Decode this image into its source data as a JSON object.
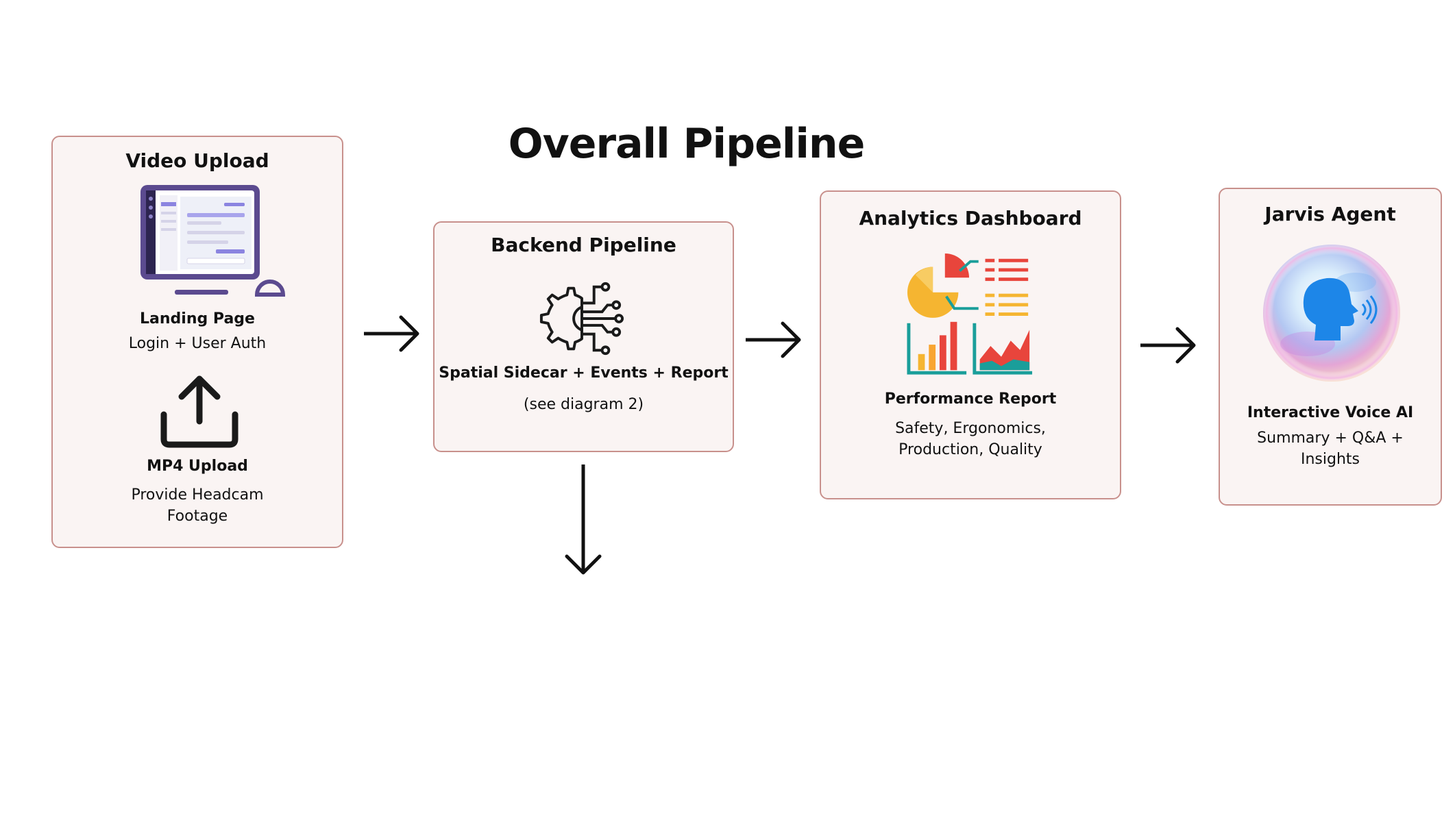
{
  "title": "Overall Pipeline",
  "cards": {
    "video_upload": {
      "title": "Video Upload",
      "landing_title": "Landing Page",
      "landing_desc": "Login + User Auth",
      "upload_title": "MP4 Upload",
      "upload_desc_line1": "Provide Headcam",
      "upload_desc_line2": "Footage",
      "icons": [
        "monitor-icon",
        "upload-icon"
      ]
    },
    "backend": {
      "title": "Backend Pipeline",
      "subtitle": "Spatial Sidecar + Events + Report",
      "note": "(see diagram 2)",
      "icons": [
        "gear-circuit-icon"
      ]
    },
    "analytics": {
      "title": "Analytics Dashboard",
      "subtitle": "Performance Report",
      "desc_line1": "Safety, Ergonomics,",
      "desc_line2": "Production, Quality",
      "icons": [
        "dashboard-charts-icon"
      ]
    },
    "jarvis": {
      "title": "Jarvis Agent",
      "subtitle": "Interactive Voice AI",
      "desc_line1": "Summary + Q&A +",
      "desc_line2": "Insights",
      "icons": [
        "voice-orb-icon"
      ]
    }
  },
  "colors": {
    "card_fill": "#faf4f3",
    "card_border": "#c8908c",
    "monitor": "#5b4a8f",
    "accent_red": "#e8453c",
    "accent_teal": "#1a9e9a",
    "accent_yellow": "#f5b531"
  }
}
